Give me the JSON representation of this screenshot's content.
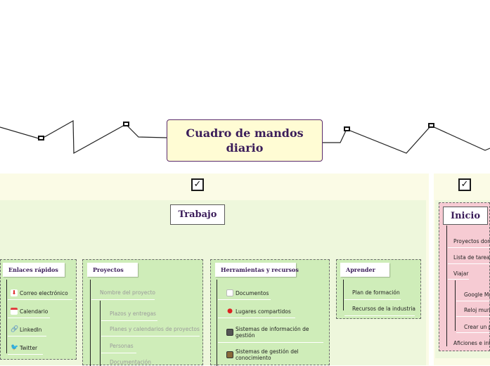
{
  "central": {
    "title": "Cuadro de mandos diario"
  },
  "colors": {
    "band": "#fbfbe6",
    "band_inner": "#eef7dc",
    "group": "#cfedb9",
    "pink_group": "#f6cbd3",
    "title_text": "#3b1d5a"
  },
  "trabajo": {
    "check": "✓",
    "title": "Trabajo",
    "groups": {
      "enlaces": {
        "title": "Enlaces rápidos",
        "items": [
          "Correo electrónico",
          "Calendario",
          "LinkedIn",
          "Twitter"
        ],
        "icons": [
          "download-icon",
          "calendar-icon",
          "link-icon",
          "twitter-bird-icon"
        ]
      },
      "proyectos": {
        "title": "Proyectos",
        "header": "Nombre del proyecto",
        "items": [
          "Plazos y entregas",
          "Planes y calendarios de proyectos",
          "Personas",
          "Documentación"
        ]
      },
      "herramientas": {
        "title": "Herramientas y recursos",
        "items": [
          "Documentos",
          "Lugares compartidos",
          "Sistemas de información de gestión",
          "Sistemas de gestión del conocimiento"
        ],
        "icons": [
          "document-icon",
          "pin-icon",
          "computer-icon",
          "archive-icon"
        ]
      },
      "aprender": {
        "title": "Aprender",
        "items": [
          "Plan de formación",
          "Recursos de la industria"
        ]
      }
    }
  },
  "inicio": {
    "check": "✓",
    "title": "Inicio",
    "items": [
      "Proyectos domésticos",
      "Lista de tareas",
      "Viajar",
      "Aficiones e intereses"
    ],
    "viajar_sub": [
      "Google Maps",
      "Reloj mundial",
      "Crear un plan de viaje"
    ]
  }
}
